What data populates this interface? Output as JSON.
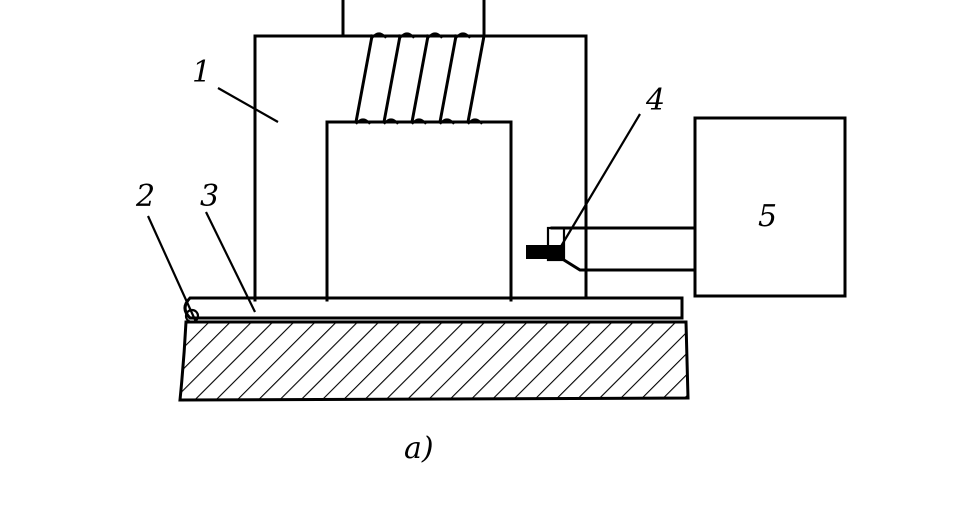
{
  "labels": {
    "core": "1",
    "coating_edge": "2",
    "coating_layer": "3",
    "sensor": "4",
    "instrument": "5",
    "caption": "a)"
  }
}
